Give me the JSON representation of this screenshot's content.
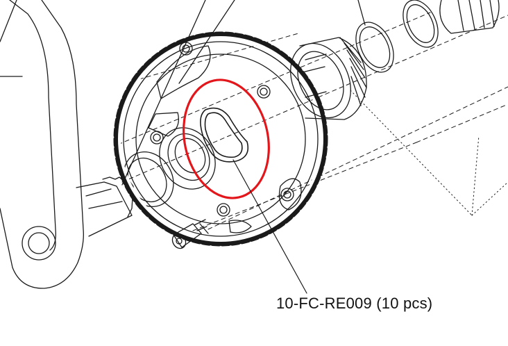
{
  "diagram": {
    "callout_text": "10-FC-RE009 (10 pcs)",
    "highlight_color": "#e3161b",
    "line_color": "#1a1a1a",
    "parts": [
      "crank-arm",
      "chainring",
      "chainring-spacer",
      "chainring-bolt",
      "washer",
      "bottom-bracket-cup",
      "bb-spacer-rings",
      "axle"
    ]
  }
}
